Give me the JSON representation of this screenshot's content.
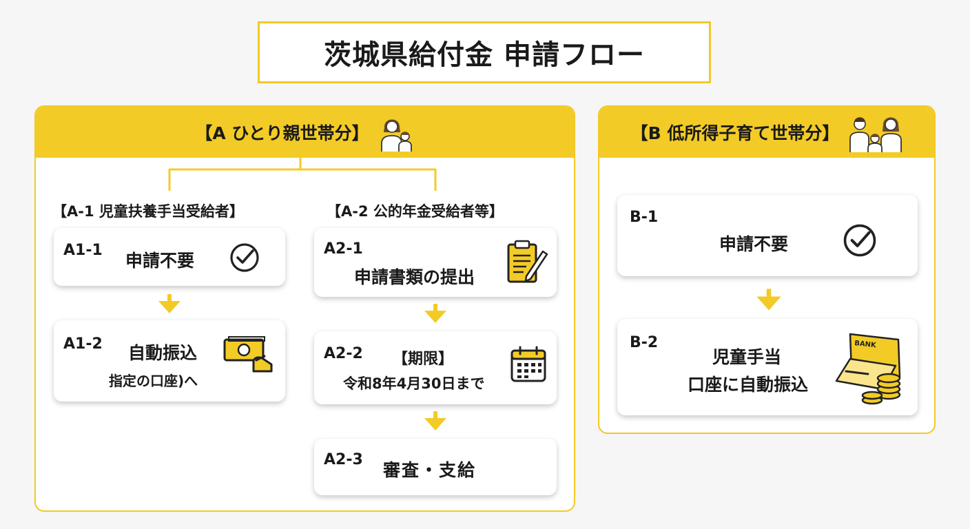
{
  "title": "茨城県給付金 申請フロー",
  "section_a": {
    "header": "【A ひとり親世帯分】",
    "a1": {
      "header": "【A-1 児童扶養手当受給者】",
      "steps": [
        {
          "id": "A1-1",
          "text": "申請不要"
        },
        {
          "id": "A1-2",
          "line1": "自動振込",
          "line2": "指定の口座)へ"
        }
      ]
    },
    "a2": {
      "header": "【A-2 公的年金受給者等】",
      "steps": [
        {
          "id": "A2-1",
          "text": "申請書類の提出"
        },
        {
          "id": "A2-2",
          "line1": "【期限】",
          "line2": "令和8年4月30日まで"
        },
        {
          "id": "A2-3",
          "text": "審査・支給"
        }
      ]
    }
  },
  "section_b": {
    "header": "【B 低所得子育て世帯分】",
    "steps": [
      {
        "id": "B-1",
        "text": "申請不要"
      },
      {
        "id": "B-2",
        "line1": "児童手当",
        "line2": "口座に自動振込"
      }
    ],
    "bank_label": "BANK"
  },
  "colors": {
    "accent": "#f3cb26",
    "border": "#f2c927",
    "text": "#1a1a1a"
  },
  "icons": [
    "parent-child-icon",
    "family-icon",
    "check-circle-icon",
    "money-hand-icon",
    "clipboard-pen-icon",
    "calendar-icon",
    "bank-card-coins-icon",
    "arrow-down-icon"
  ]
}
